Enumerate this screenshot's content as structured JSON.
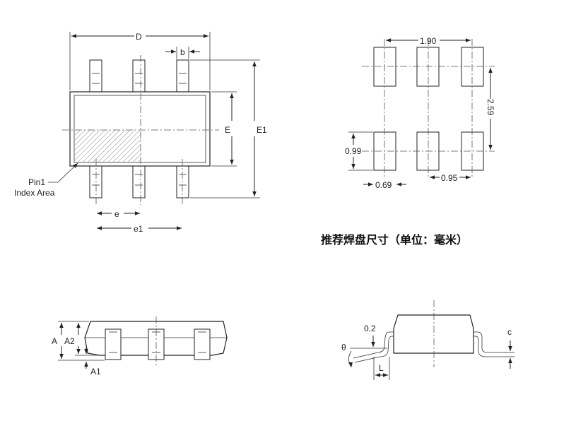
{
  "top_view": {
    "dim_D": "D",
    "dim_b": "b",
    "dim_E": "E",
    "dim_E1": "E1",
    "dim_e": "e",
    "dim_e1": "e1",
    "pin1_line1": "Pin1",
    "pin1_line2": "Index Area"
  },
  "land_pattern": {
    "dim_pitch_span": "1.90",
    "dim_row_span": "2.59",
    "dim_pad_height": "0.99",
    "dim_pad_width": "0.69",
    "dim_pitch": "0.95",
    "title": "推荐焊盘尺寸（单位：毫米）"
  },
  "side_view": {
    "dim_A": "A",
    "dim_A2": "A2",
    "dim_A1": "A1"
  },
  "end_view": {
    "dim_gauge": "0.2",
    "dim_theta": "θ",
    "dim_L": "L",
    "dim_c": "c"
  }
}
